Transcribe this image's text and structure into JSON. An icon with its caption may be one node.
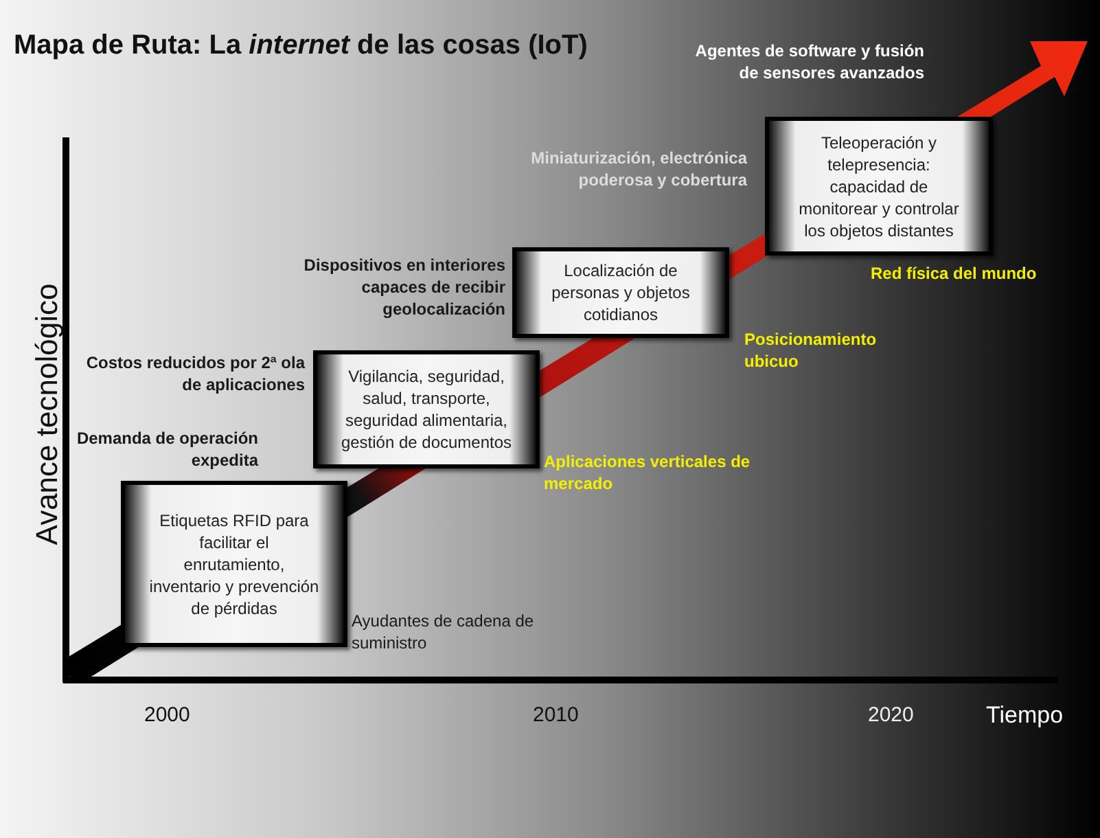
{
  "diagram": {
    "title": "Mapa de Ruta: La *internet* de las cosas (IoT)",
    "nodes": [
      {
        "text": [
          "Etiquetas RFID para facilitar el enrutamiento, inventario y prevención de pérdidas"
        ],
        "beside": [
          "Demanda de operación expedita",
          "Ayudantes de cadena de suministro"
        ]
      },
      {
        "text": [
          "Vigilancia, seguridad, salud, transporte, seguridad alimentaria, gestión de documentos"
        ],
        "beside": [
          "Costos reducidos por 2ª ola de aplicaciones",
          "Aplicaciones verticales de mercado"
        ]
      },
      {
        "text": [
          "Localización de personas y objetos cotidianos"
        ],
        "beside": [
          "Dispositivos en interiores capaces de recibir geolocalización",
          "Posicionamiento ubicuo"
        ]
      },
      {
        "text": [
          "Teleoperación y telepresencia: capacidad de monitorear y controlar los objetos distantes"
        ],
        "beside": [
          "Miniaturización, electrónica poderosa y cobertura",
          "Red física del mundo",
          "Agentes de software y fusión de sensores avanzados"
        ]
      }
    ],
    "labels": [
      "Avance tecnológico",
      "2000",
      "2010",
      "2020",
      "Tiempo"
    ]
  }
}
